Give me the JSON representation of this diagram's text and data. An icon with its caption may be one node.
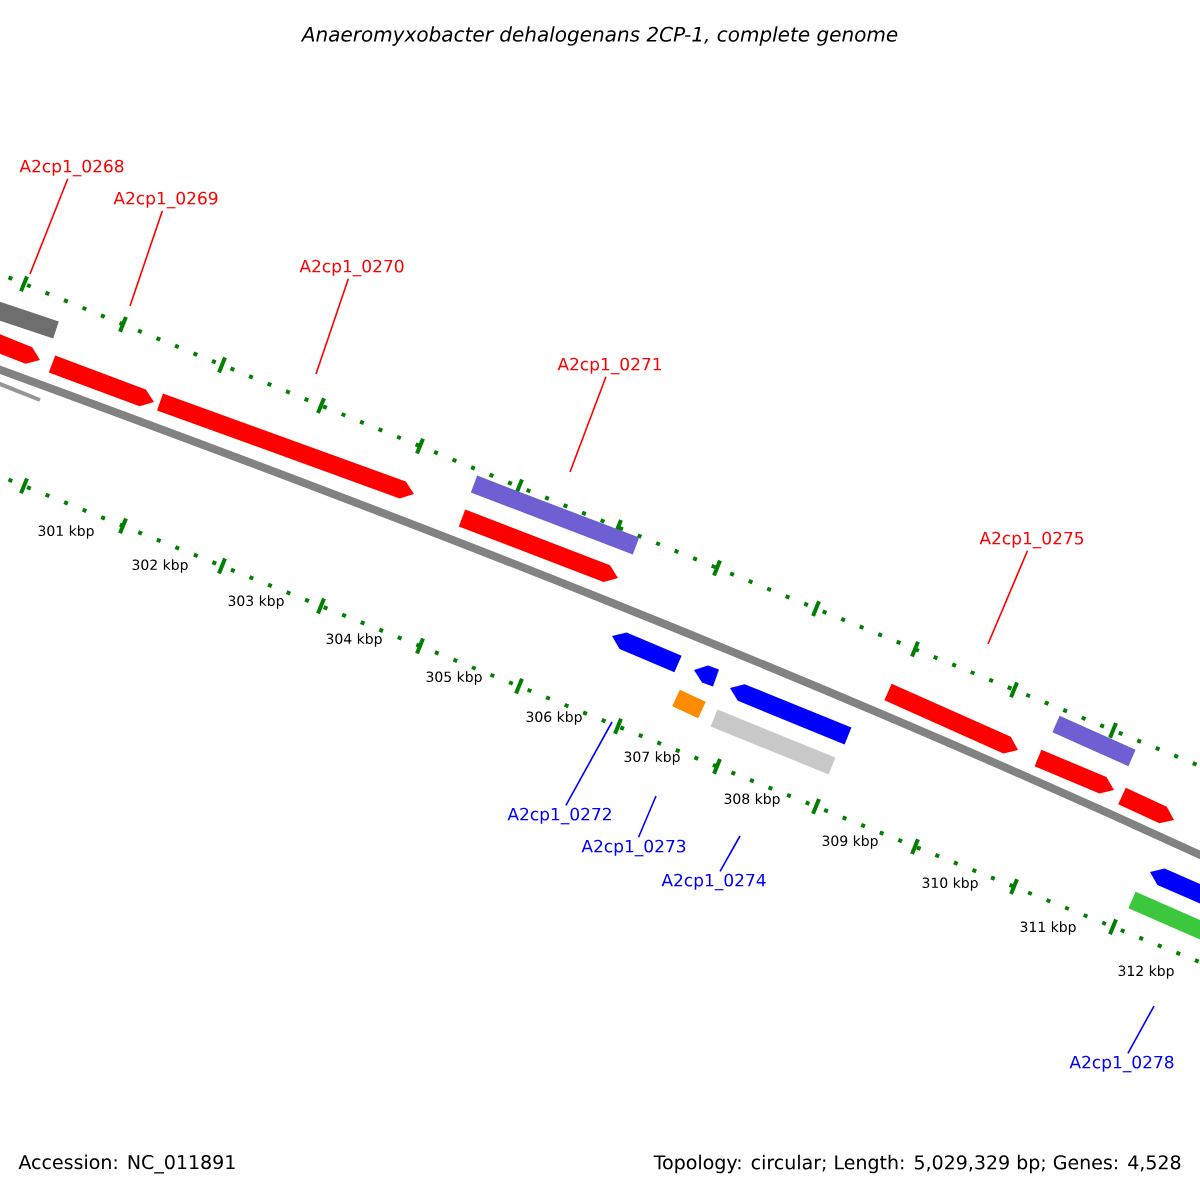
{
  "diagram": {
    "title": "Anaeromyxobacter dehalogenans 2CP-1, complete genome",
    "nodes": [
      {
        "text": [
          "A2cp1_0268"
        ]
      },
      {
        "text": [
          "A2cp1_0269"
        ]
      },
      {
        "text": [
          "A2cp1_0270"
        ]
      },
      {
        "text": [
          "A2cp1_0271"
        ]
      },
      {
        "text": [
          "A2cp1_0275"
        ]
      },
      {
        "text": [
          "A2cp1_0272"
        ]
      },
      {
        "text": [
          "A2cp1_0273"
        ]
      },
      {
        "text": [
          "A2cp1_0274"
        ]
      },
      {
        "text": [
          "A2cp1_0278"
        ]
      }
    ],
    "edges": [
      {
        "from": 0,
        "to": null,
        "arrow": "none"
      },
      {
        "from": 1,
        "to": null,
        "arrow": "none"
      },
      {
        "from": 2,
        "to": null,
        "arrow": "none"
      },
      {
        "from": 3,
        "to": null,
        "arrow": "none"
      },
      {
        "from": 4,
        "to": null,
        "arrow": "none"
      },
      {
        "from": 5,
        "to": null,
        "arrow": "none",
        "color": "#0000ff"
      },
      {
        "from": 6,
        "to": null,
        "arrow": "none",
        "color": "#0000ff"
      },
      {
        "from": 7,
        "to": null,
        "arrow": "none",
        "color": "#0000ff"
      },
      {
        "from": 8,
        "to": null,
        "arrow": "none",
        "color": "#0000ff"
      }
    ],
    "labels": [
      "301 kbp",
      "302 kbp",
      "303 kbp",
      "304 kbp",
      "305 kbp",
      "306 kbp",
      "307 kbp",
      "308 kbp",
      "309 kbp",
      "310 kbp",
      "311 kbp",
      "312 kbp",
      "Accession: NC_011891",
      "Topology: circular; Length: 5,029,329 bp; Genes: 4,528"
    ]
  }
}
